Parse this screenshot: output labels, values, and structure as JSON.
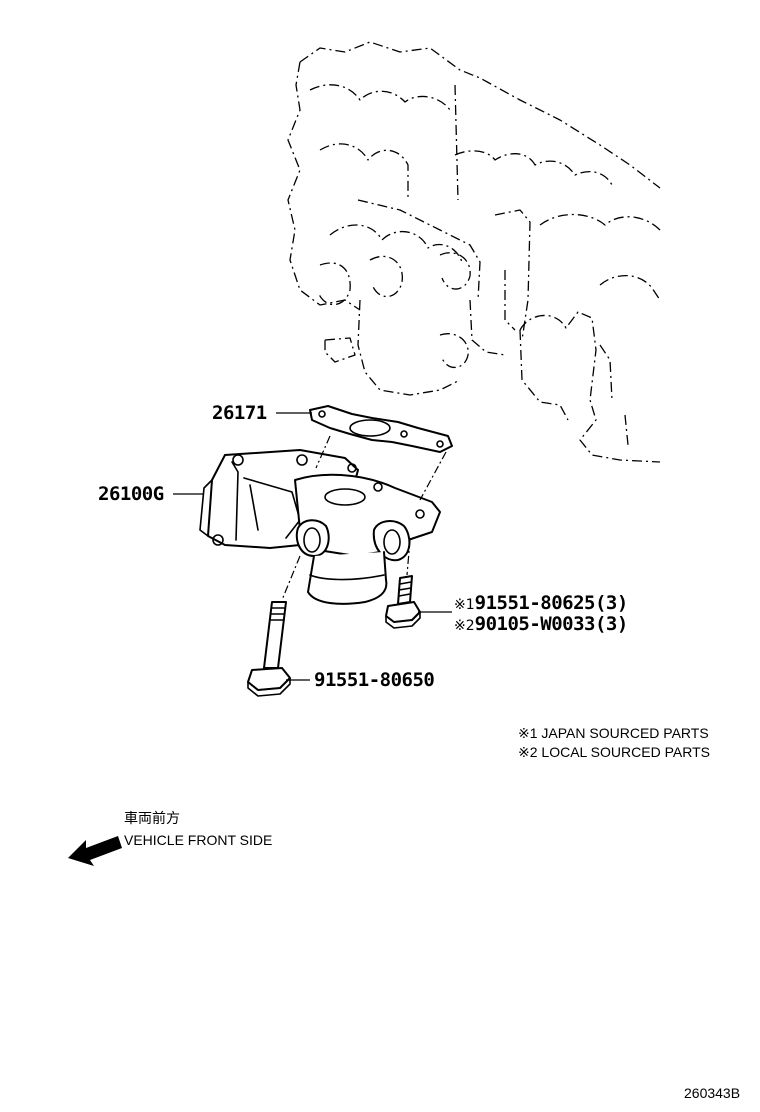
{
  "callouts": {
    "gasket": "26171",
    "egr_valve": "26100G",
    "bolt_short_1": "91551-80625(3)",
    "bolt_short_1_mark": "※1",
    "bolt_short_2": "90105-W0033(3)",
    "bolt_short_2_mark": "※2",
    "bolt_long": "91551-80650"
  },
  "notes": {
    "japan": "※1 JAPAN SOURCED PARTS",
    "local": "※2 LOCAL SOURCED PARTS"
  },
  "direction": {
    "japanese": "車両前方",
    "english": "VEHICLE FRONT SIDE"
  },
  "diagram_code": "260343B"
}
